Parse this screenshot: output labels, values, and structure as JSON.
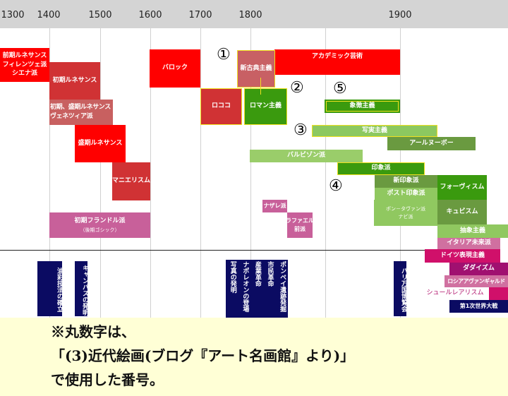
{
  "years": [
    "1300",
    "1400",
    "1500",
    "1600",
    "1700",
    "1800",
    "1900"
  ],
  "movements": {
    "early_ren": [
      "前期ルネサンス",
      "フィレンツェ派",
      "シエナ派"
    ],
    "early_renaissance": "初期ルネサンス",
    "venetian": [
      "初期、盛期ルネサンス",
      "ヴェネツィア派"
    ],
    "high_renaissance": "盛期ルネサンス",
    "mannerism": "マニエリスム",
    "flemish": [
      "初期フランドル派",
      "（後期ゴシック）"
    ],
    "baroque": "バロック",
    "neoclassicism": "新古典主義",
    "academic": "アカデミック芸術",
    "rococo": "ロココ",
    "romanticism": "ロマン主義",
    "symbolism": "象徴主義",
    "realism": "写実主義",
    "art_nouveau": "アールヌーボー",
    "barbizon": "バルビゾン派",
    "impressionism": "印象派",
    "neo_impressionism": "新印象派",
    "post_impressionism": "ポスト印象派",
    "pont_aven": [
      "ポン－タヴァン派",
      "ナビ派"
    ],
    "fauvism": "フォーヴィスム",
    "cubism": "キュビスム",
    "abstract": "抽象主義",
    "futurism": "イタリア未来派",
    "expressionism": "ドイツ表現主義",
    "dadaism": "ダダイズム",
    "russian_avantgarde": "ロシアアヴァンギャルド",
    "surrealism": "シュールレアリスム",
    "nazarene": "ナザレ派",
    "pre_raphaelite": [
      "ラファエル",
      "前派"
    ]
  },
  "events": {
    "oil": "油彩技法の確立",
    "canvas": "キャンバスの発明",
    "group": [
      "ポンペイ遺跡発掘",
      "市民革命",
      "産業革命",
      "ナポレオンの登場",
      "写真の発明"
    ],
    "expo": "パリ万国博覧会",
    "ww1": "第1次世界大戦"
  },
  "markers": [
    "①",
    "②",
    "③",
    "④",
    "⑤"
  ],
  "note": [
    "※丸数字は、",
    "「(3)近代絵画(ブログ『アート名画館』より)」",
    "で使用した番号。"
  ]
}
